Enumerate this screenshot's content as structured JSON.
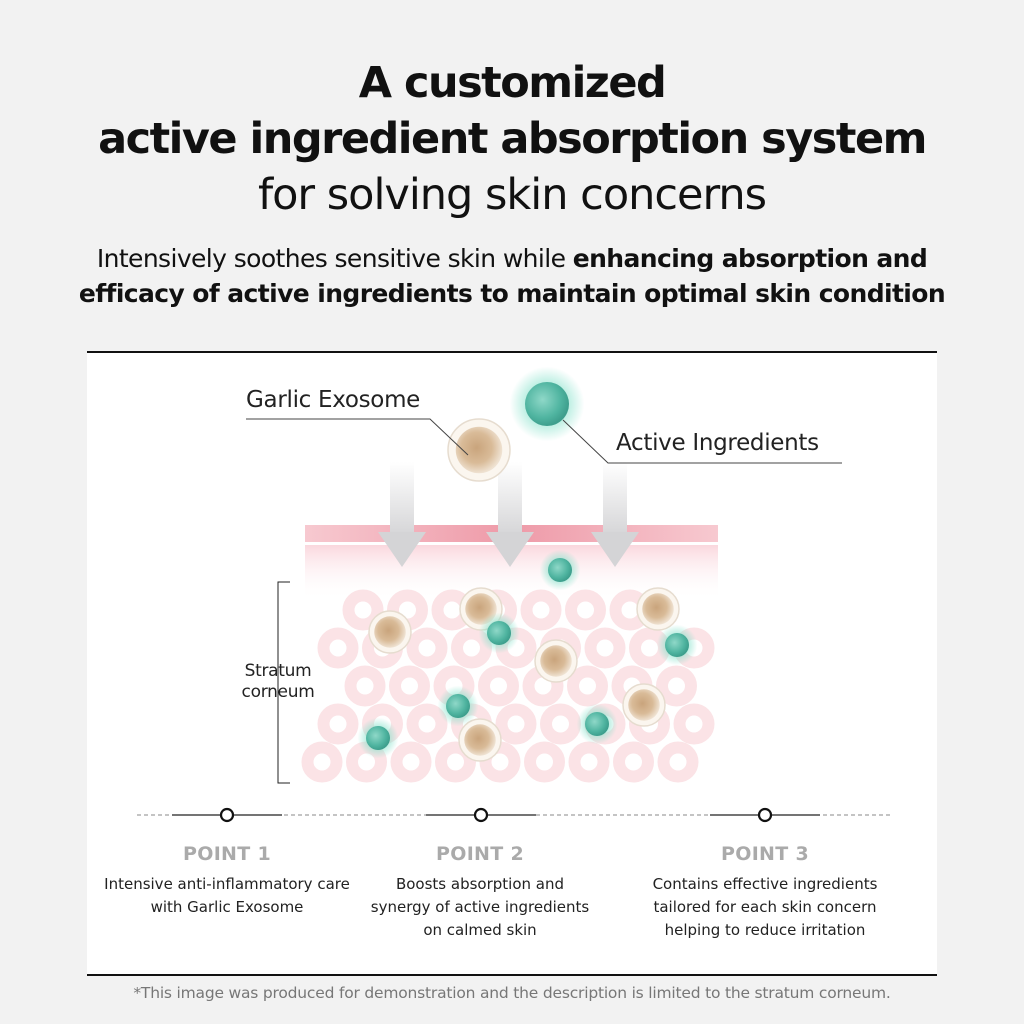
{
  "heading": {
    "line1": "A customized",
    "line2": "active ingredient absorption system",
    "line3": "for solving skin concerns"
  },
  "subheading": {
    "normal": "Intensively soothes sensitive skin while ",
    "bold1": "enhancing absorption and",
    "bold2": "efficacy of active ingredients to maintain optimal skin condition"
  },
  "diagram": {
    "label_exosome": "Garlic Exosome",
    "label_active": "Active Ingredients",
    "label_layer": "Stratum\ncorneum"
  },
  "points": [
    {
      "title": "POINT 1",
      "desc": "Intensive anti-inflammatory care\nwith Garlic Exosome"
    },
    {
      "title": "POINT 2",
      "desc": "Boosts absorption and\nsynergy of active ingredients\non calmed skin"
    },
    {
      "title": "POINT 3",
      "desc": "Contains effective ingredients\ntailored for each skin concern\nhelping to reduce irritation"
    }
  ],
  "footnote": "*This image was produced for demonstration and the description is limited to the stratum corneum.",
  "colors": {
    "exosome": "#d8b48c",
    "active": "#5fc1ad",
    "skin": "#f4a9b5",
    "cell": "#fbe3e6"
  }
}
